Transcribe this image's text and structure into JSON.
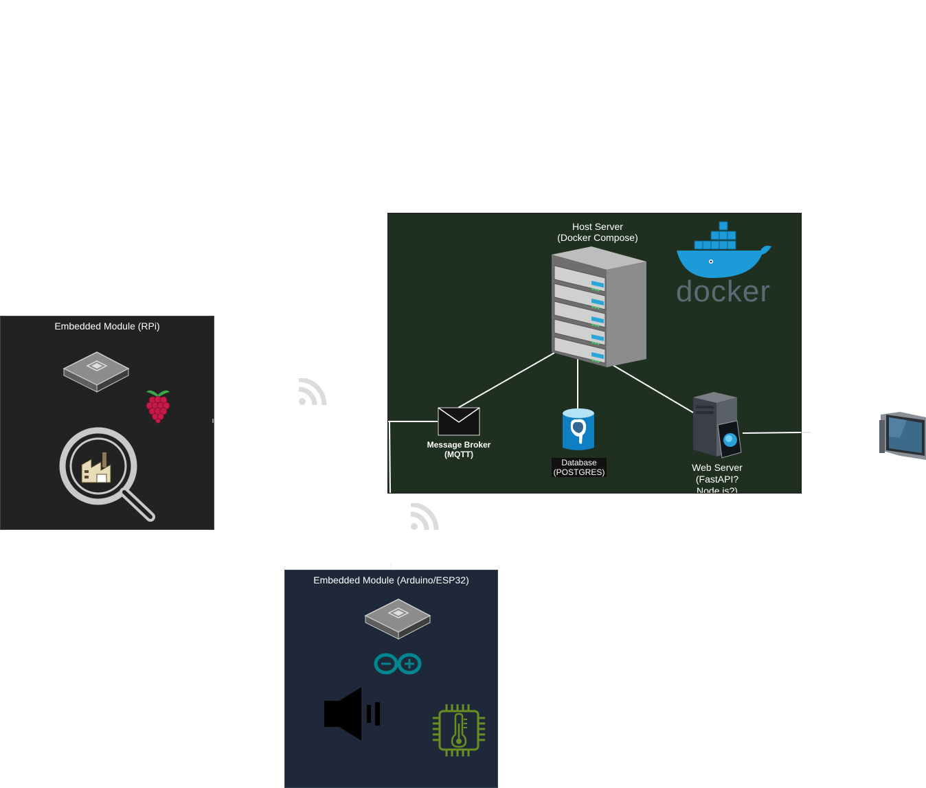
{
  "host_server": {
    "title_line1": "Host Server",
    "title_line2": "(Docker Compose)",
    "background_color": "#203020",
    "docker_logo_text": "docker",
    "components": {
      "message_broker": {
        "line1": "Message Broker",
        "line2": "(MQTT)"
      },
      "database": {
        "line1": "Database",
        "line2": "(POSTGRES)"
      },
      "web_server": {
        "line1": "Web Server",
        "line2": "(FastAPI?",
        "line3": "Node.js?)"
      }
    }
  },
  "rpi_module": {
    "title": "Embedded Module (RPi)",
    "background_color": "#222222",
    "icons": [
      "embedded-chip-icon",
      "raspberry-pi-icon",
      "factory-inspection-icon"
    ]
  },
  "arduino_module": {
    "title": "Embedded Module (Arduino/ESP32)",
    "background_color": "#1e2838",
    "icons": [
      "embedded-chip-icon",
      "arduino-logo-icon",
      "speaker-icon",
      "temperature-sensor-chip-icon"
    ]
  },
  "wireless_icons": [
    "wireless-signal-icon",
    "wireless-signal-icon"
  ],
  "client_icon": "monitor-icon",
  "colors": {
    "docker_blue": "#1d9ad8",
    "arduino_teal": "#00878f",
    "sensor_green": "#6b8e23",
    "postgres_blue": "#0d7fc2",
    "raspberry_red": "#c51a4a"
  }
}
